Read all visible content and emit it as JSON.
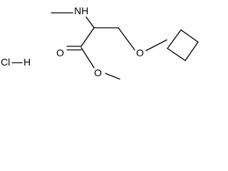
{
  "structure": {
    "atoms": {
      "nh": "NH",
      "ether_o": "O",
      "carbonyl_o": "O",
      "ester_o": "O",
      "chlorine": "Cl",
      "hydrogen": "H"
    },
    "colors": {
      "ink": "#000000",
      "background": "#ffffff"
    }
  }
}
